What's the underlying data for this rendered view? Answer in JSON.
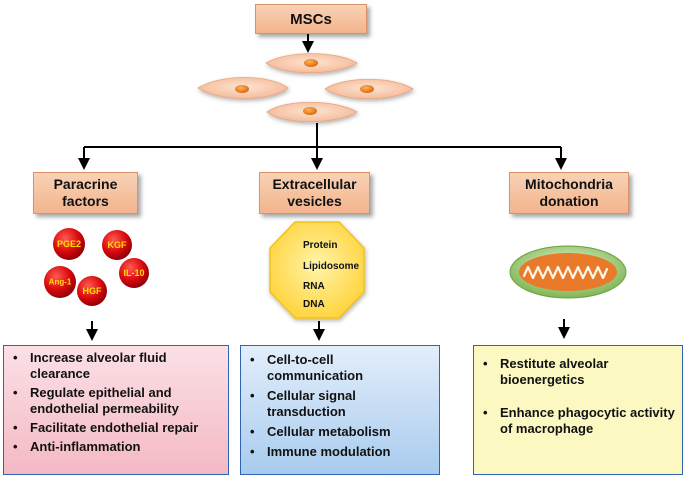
{
  "top_label": "MSCs",
  "mechanisms": {
    "paracrine": "Paracrine\nfactors",
    "vesicles": "Extracellular\nvesicles",
    "mitochondria": "Mitochondria\ndonation"
  },
  "paracrine_factors": [
    "PGE2",
    "KGF",
    "Ang-1",
    "IL-10",
    "HGF"
  ],
  "vesicle_contents": [
    "Protein",
    "Lipidosome",
    "RNA",
    "DNA"
  ],
  "outcomes": {
    "paracrine": [
      "Increase alveolar fluid clearance",
      "Regulate epithelial and endothelial permeability",
      "Facilitate endothelial repair",
      "Anti-inflammation"
    ],
    "vesicles": [
      "Cell-to-cell communication",
      "Cellular signal transduction",
      "Cellular metabolism",
      "Immune modulation"
    ],
    "mitochondria": [
      "Restitute alveolar bioenergetics",
      "Enhance phagocytic activity of macrophage"
    ]
  },
  "colors": {
    "peach_box": "#f3b48c",
    "factor_red": "#d8090d",
    "factor_text": "#ffe000",
    "octagon_yellow": "#ffe566",
    "mito_orange": "#e87a2a",
    "mito_green": "#8cc063",
    "outcome_pink": "#f4b9c4",
    "outcome_blue": "#a8cbee",
    "outcome_yellow": "#fbf8c2"
  }
}
